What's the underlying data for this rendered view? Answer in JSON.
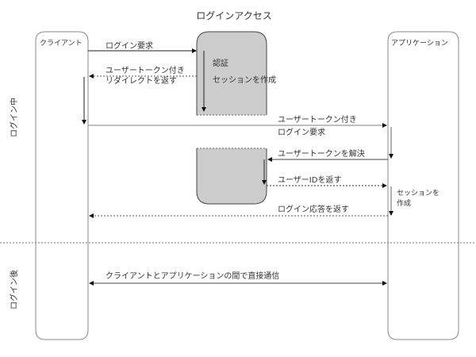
{
  "title": "ログインアクセス",
  "participants": {
    "client": "クライアント",
    "application": "アプリケーション"
  },
  "phases": {
    "during_login": "ログイン中",
    "after_login": "ログイン後"
  },
  "auth_box": {
    "label_auth": "認証",
    "label_create_session": "セッションを作成"
  },
  "messages": {
    "login_request": "ログイン要求",
    "redirect_line1": "ユーザートークン付き",
    "redirect_line2": "リダイレクトを返す",
    "token_login_line1": "ユーザートークン付き",
    "token_login_line2": "ログイン要求",
    "resolve_token": "ユーザートークンを解決",
    "return_user_id": "ユーザーIDを返す",
    "return_login_response": "ログイン応答を返す",
    "direct_comm": "クライアントとアプリケーションの間で直接通信"
  },
  "app_notes": {
    "create_session_line1": "セッションを",
    "create_session_line2": "作成"
  }
}
